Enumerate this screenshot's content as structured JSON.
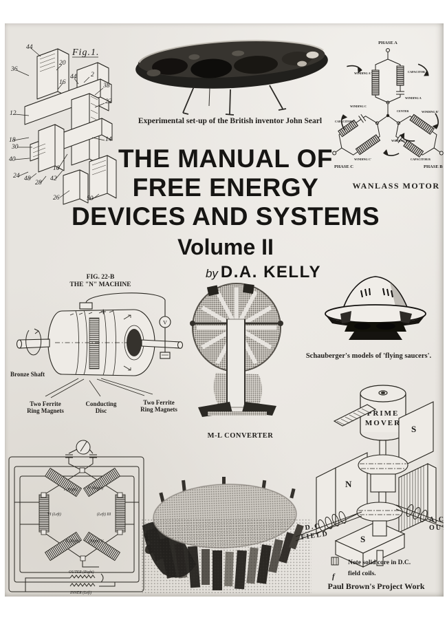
{
  "cover": {
    "fig1": {
      "label": "Fig.1.",
      "refs": [
        "44",
        "20",
        "36",
        "16",
        "44",
        "2",
        "38",
        "22",
        "12",
        "18",
        "14",
        "30",
        "40",
        "24",
        "48",
        "28",
        "10",
        "42",
        "26",
        "50"
      ]
    },
    "searl_caption": "Experimental set-up of the British inventor John Searl",
    "wanlass": {
      "caption": "WANLASS MOTOR",
      "phase_a": "PHASE A",
      "phase_b": "PHASE B",
      "phase_c": "PHASE C",
      "winding_a": "WINDING A",
      "winding_a2": "WINDING A'",
      "winding_b": "WINDING B",
      "winding_b2": "WINDING B'",
      "winding_c": "WINDING C",
      "winding_c2": "WINDING C'",
      "cap_a": "CAPACITOR A",
      "cap_b": "CAPACITOR B",
      "cap_c": "CAPACITOR C",
      "center": "CENTER"
    },
    "title": {
      "line1": "THE MANUAL OF",
      "line2": "FREE ENERGY",
      "line3": "DEVICES AND SYSTEMS",
      "volume": "Volume II",
      "by": "by",
      "author": "D.A. KELLY"
    },
    "n_machine": {
      "fig": "FIG. 22-B",
      "name": "THE \"N\" MACHINE",
      "plus": "+",
      "meter": "V",
      "shaft": "Bronze Shaft",
      "magnets_left_1": "Two Ferrite",
      "magnets_left_2": "Ring Magnets",
      "disc_1": "Conducting",
      "disc_2": "Disc",
      "magnets_right_1": "Two Ferrite",
      "magnets_right_2": "Ring Magnets"
    },
    "ml_caption": "M-L CONVERTER",
    "schauberger_caption": "Schauberger's models of 'flying saucers'.",
    "hexcoil": {
      "coil1": "I (Right)",
      "coil4": "IV (Right)",
      "coil6": "VI (Left)",
      "coil3": "(Left) III",
      "coil2": "II (Right)",
      "coil5": "(Right) V",
      "outer": "OUTER (Right)",
      "inner": "INNER (Left)"
    },
    "prime_mover": {
      "label1": "PRIME",
      "label2": "MOVER",
      "pole_top": "S",
      "pole_left": "N",
      "pole_bottom": "S",
      "dc1": "D.C.",
      "dc2": "FIELD",
      "ac1": "A.C.",
      "ac2": "OUT",
      "legend_f": "f",
      "note1": "Note solid core in D.C.",
      "note2": "field coils.",
      "caption": "Paul Brown's Project Work"
    }
  }
}
